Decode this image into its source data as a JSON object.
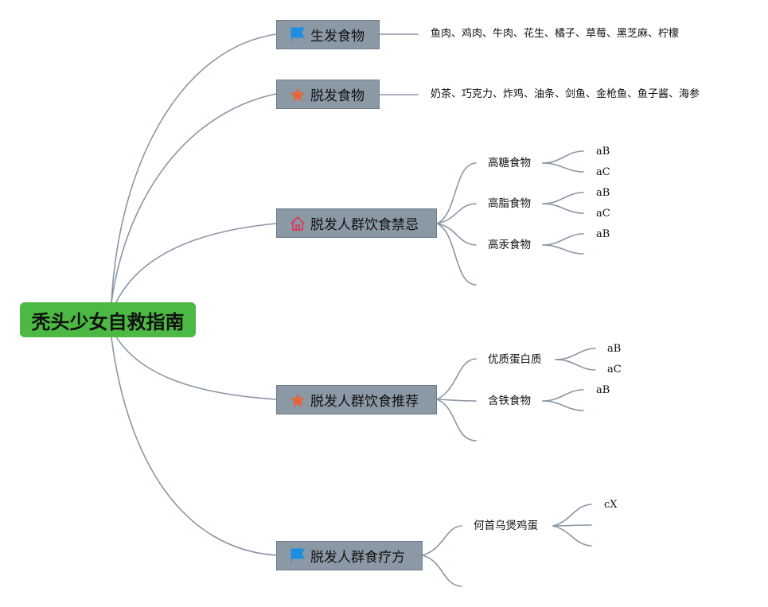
{
  "root": {
    "label": "秃头少女自救指南"
  },
  "branches": [
    {
      "label": "生发食物",
      "icon": "blue-flag-icon",
      "detail": "鱼肉、鸡肉、牛肉、花生、橘子、草莓、黑芝麻、柠檬"
    },
    {
      "label": "脱发食物",
      "icon": "orange-star-icon",
      "detail": "奶茶、巧克力、炸鸡、油条、剑鱼、金枪鱼、鱼子酱、海参"
    },
    {
      "label": "脱发人群饮食禁忌",
      "icon": "red-home-icon",
      "children": [
        {
          "label": "高糖食物",
          "children": [
            "aB",
            "aC"
          ]
        },
        {
          "label": "高脂食物",
          "children": [
            "aB",
            "aC"
          ]
        },
        {
          "label": "高汞食物",
          "children": [
            "aB",
            ""
          ]
        },
        {
          "label": ""
        }
      ]
    },
    {
      "label": "脱发人群饮食推荐",
      "icon": "orange-star-icon",
      "children": [
        {
          "label": "优质蛋白质",
          "children": [
            "aB",
            "aC"
          ]
        },
        {
          "label": "含铁食物",
          "children": [
            "aB",
            ""
          ]
        },
        {
          "label": ""
        }
      ]
    },
    {
      "label": "脱发人群食疗方",
      "icon": "blue-flag-icon",
      "children": [
        {
          "label": "何首乌煲鸡蛋",
          "children": [
            "cX",
            "",
            ""
          ]
        },
        {
          "label": ""
        }
      ]
    }
  ],
  "colors": {
    "root": "#4cb944",
    "branch": "#8b99a6",
    "edge": "#8a96a5",
    "flag": "#1e8fe0",
    "star": "#e5683a",
    "home": "#d0455e"
  }
}
